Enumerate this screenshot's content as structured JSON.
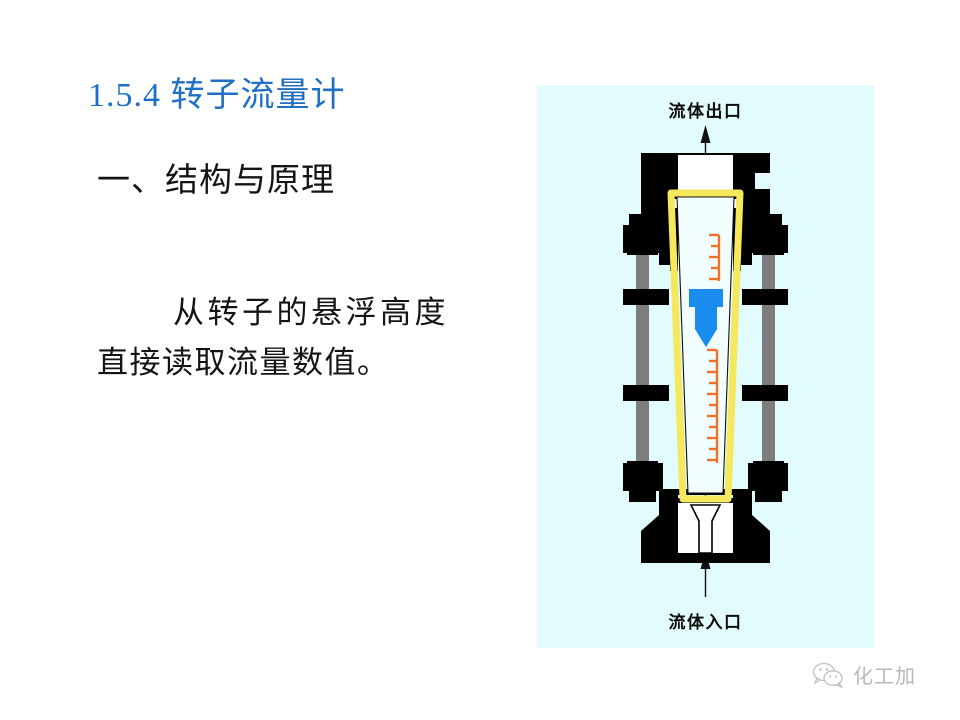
{
  "slide": {
    "title": "1.5.4  转子流量计",
    "section_heading": "一、结构与原理",
    "paragraph_line1": "从转子的悬浮高度",
    "paragraph_line2": "直接读取流量数值。",
    "title_color": "#1f6fc4",
    "body_color": "#141414"
  },
  "figure": {
    "name": "rotameter-cross-section",
    "background_color": "#e2fbfd",
    "outlet_label": "流体出口",
    "inlet_label": "流体入口",
    "colors": {
      "body_metal": "#000000",
      "tie_rod": "#7d7d7d",
      "glass_tube": "#f5e85c",
      "float": "#1a8cf0",
      "scale": "#f2702a",
      "cavity": "#ffffff"
    }
  },
  "watermark": {
    "icon": "wechat-icon",
    "text": "化工加",
    "color": "#8d8d8d"
  }
}
